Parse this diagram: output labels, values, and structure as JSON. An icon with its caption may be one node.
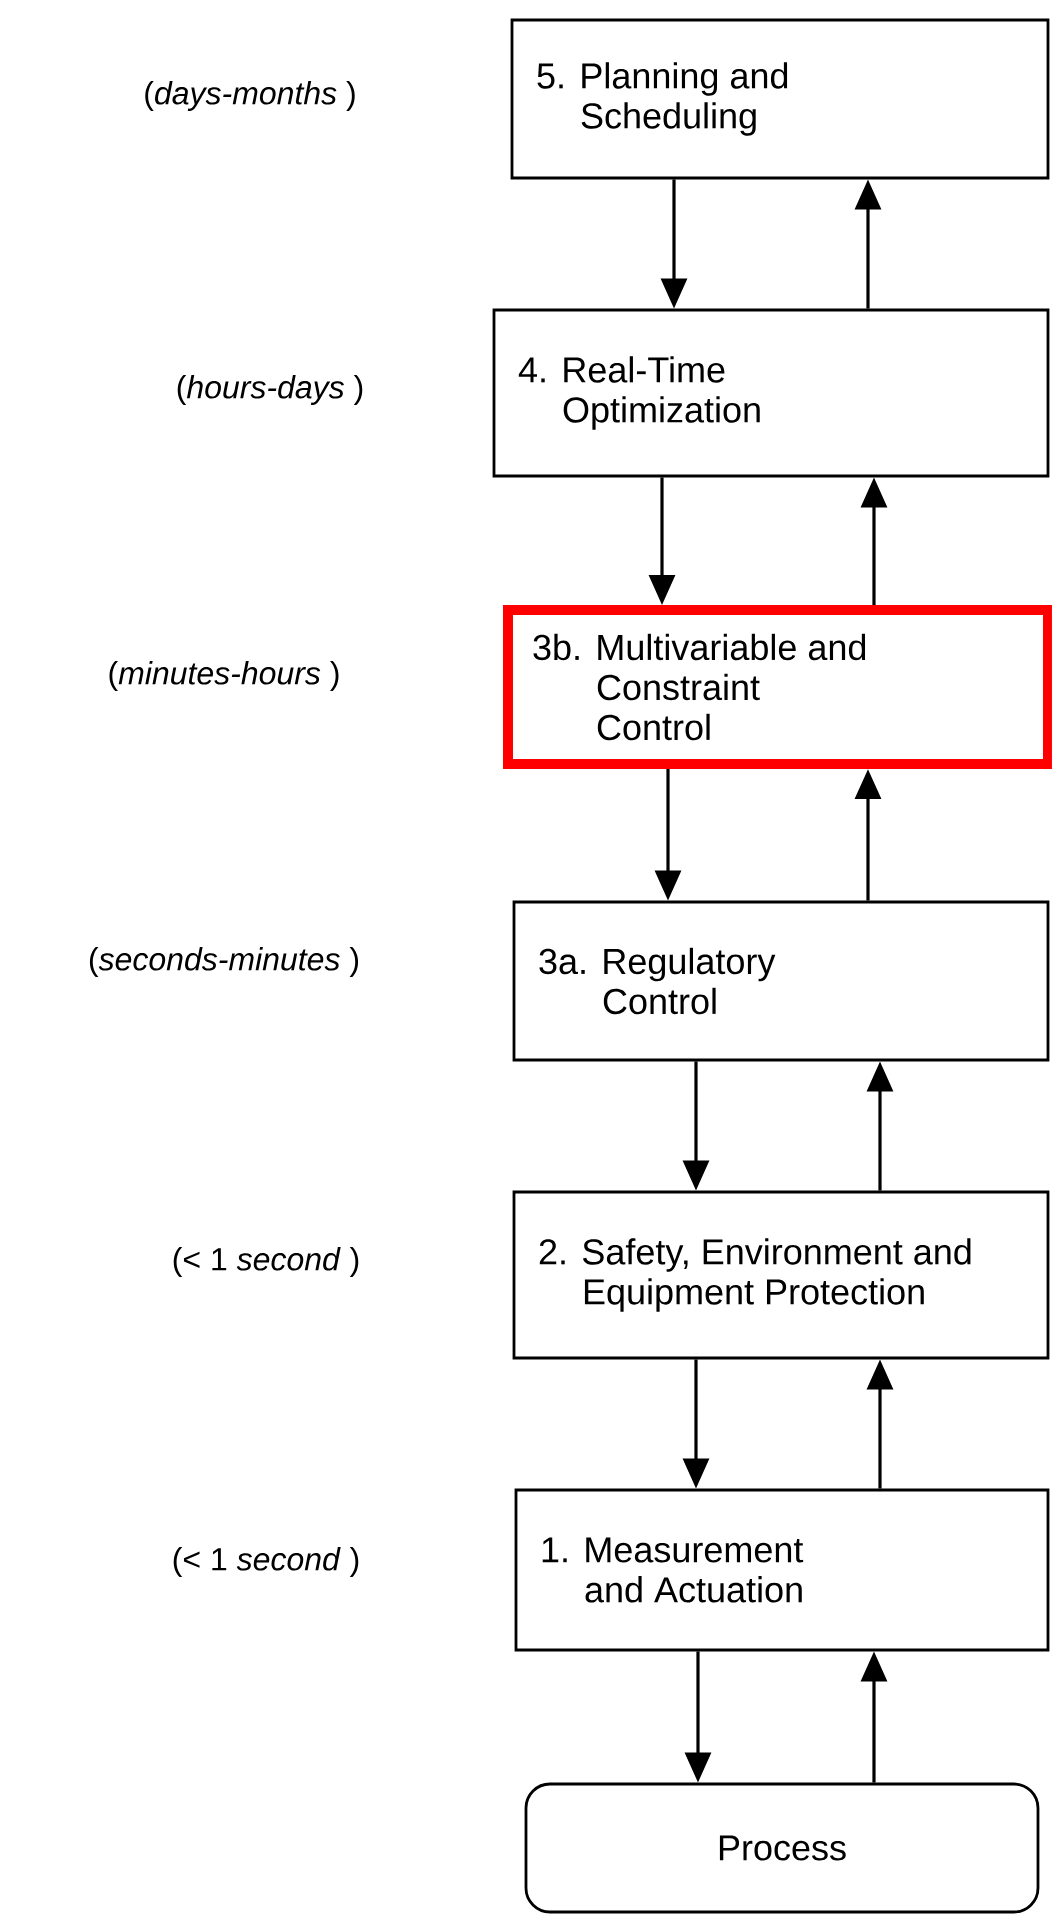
{
  "diagram": {
    "nodes": [
      {
        "text": [
          "5. Planning and Scheduling"
        ]
      },
      {
        "text": [
          "4. Real-Time Optimization"
        ]
      },
      {
        "text": [
          "3b. Multivariable and Constraint Control"
        ]
      },
      {
        "text": [
          "3a. Regulatory Control"
        ]
      },
      {
        "text": [
          "2. Safety, Environment and Equipment Protection"
        ]
      },
      {
        "text": [
          "1. Measurement and Actuation"
        ]
      },
      {
        "text": [
          "Process"
        ]
      }
    ],
    "edges": [
      {
        "from": 0,
        "to": 1,
        "arrow": "to"
      },
      {
        "from": 1,
        "to": 0,
        "arrow": "to"
      },
      {
        "from": 1,
        "to": 2,
        "arrow": "to"
      },
      {
        "from": 2,
        "to": 1,
        "arrow": "to"
      },
      {
        "from": 2,
        "to": 3,
        "arrow": "to"
      },
      {
        "from": 3,
        "to": 2,
        "arrow": "to"
      },
      {
        "from": 3,
        "to": 4,
        "arrow": "to"
      },
      {
        "from": 4,
        "to": 3,
        "arrow": "to"
      },
      {
        "from": 4,
        "to": 5,
        "arrow": "to"
      },
      {
        "from": 5,
        "to": 4,
        "arrow": "to"
      },
      {
        "from": 5,
        "to": 6,
        "arrow": "to"
      },
      {
        "from": 6,
        "to": 5,
        "arrow": "to"
      }
    ],
    "labels": [
      "(*days-months* )",
      "(*hours-days* )",
      "(*minutes-hours* )",
      "(*seconds-minutes* )",
      "(< 1 *second* )",
      "(< 1 *second* )"
    ]
  }
}
